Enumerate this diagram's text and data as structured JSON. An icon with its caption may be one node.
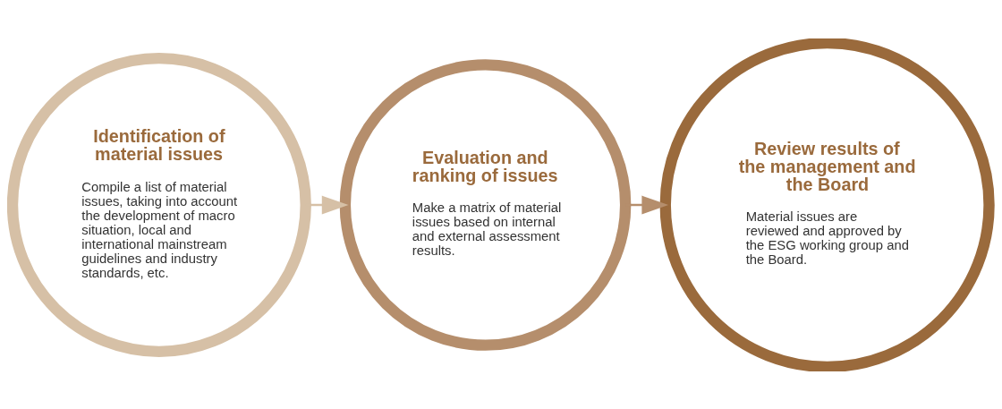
{
  "diagram": {
    "nodes": [
      {
        "text": [
          "Identification of material issues",
          "Compile a list of material issues, taking into account the development of macro situation, local and international mainstream guidelines and industry standards, etc."
        ]
      },
      {
        "text": [
          "Evaluation and ranking of issues",
          "Make a matrix of material issues based on internal and external assessment results."
        ]
      },
      {
        "text": [
          "Review results of the management and the Board",
          "Material issues are reviewed and approved by the ESG working group and the Board."
        ]
      }
    ],
    "edges": [
      {
        "from": 0,
        "to": 1,
        "arrow": "to",
        "color": "#d6c0a6"
      },
      {
        "from": 1,
        "to": 2,
        "arrow": "to",
        "color": "#b58e6c"
      }
    ]
  }
}
